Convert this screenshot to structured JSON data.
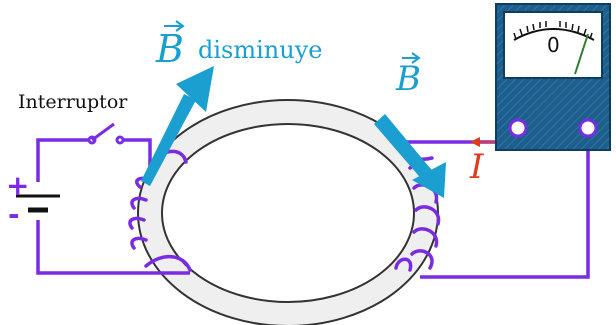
{
  "labels": {
    "switch": "Interruptor",
    "b_left_symbol": "B",
    "b_left_text": "disminuye",
    "b_right_symbol": "B",
    "current": "I",
    "battery_plus": "+",
    "battery_minus": "-",
    "meter_zero": "0"
  },
  "colors": {
    "wire": "#7a2be3",
    "coil": "#7a2be3",
    "b_field": "#1a9fd0",
    "b_text": "#1a9fd0",
    "current": "#e03a1f",
    "ring_fill": "#efefef",
    "ring_stroke": "#333333",
    "meter_body": "#1f5d8a",
    "meter_face": "#ffffff",
    "meter_needle": "#2e7d32"
  }
}
